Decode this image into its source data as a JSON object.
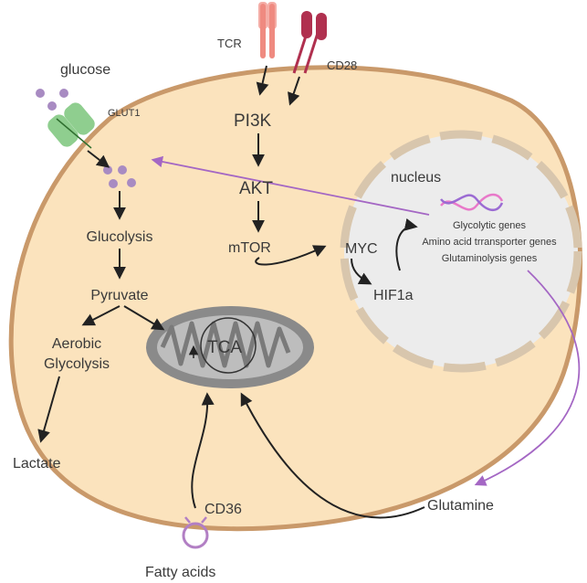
{
  "labels": {
    "tcr": "TCR",
    "cd28": "CD28",
    "glucose": "glucose",
    "glut1": "GLUT1",
    "pi3k": "PI3K",
    "akt": "AKT",
    "mtor": "mTOR",
    "nucleus": "nucleus",
    "myc": "MYC",
    "hif1a": "HIF1a",
    "glycolytic_genes": "Glycolytic genes",
    "amino_acid_genes": "Amino acid trransporter genes",
    "glutaminolysis_genes": "Glutaminolysis genes",
    "glucolysis": "Glucolysis",
    "pyruvate": "Pyruvate",
    "aerobic_line1": "Aerobic",
    "aerobic_line2": "Glycolysis",
    "lactate": "Lactate",
    "tca": "TCA",
    "cd36": "CD36",
    "fatty_acids": "Fatty acids",
    "glutamine": "Glutamine"
  },
  "colors": {
    "cytoplasm": "#fbe3bd",
    "membrane": "#c9996a",
    "nucleus_fill": "#ececec",
    "nucleus_border": "#d8c6ad",
    "arrow": "#222222",
    "purple": "#a467c4",
    "glut1": "#8fce8f",
    "tcr": "#ef8a80",
    "cd28": "#b0304f",
    "mitochondrion": "#888888",
    "dna_pink": "#e879c9",
    "dna_purple": "#9b6bd3"
  },
  "icons": [
    "glucose-molecule-icon",
    "glut1-transporter-icon",
    "tcr-receptor-icon",
    "cd28-receptor-icon",
    "dna-icon",
    "mitochondrion-icon",
    "cd36-receptor-icon"
  ]
}
